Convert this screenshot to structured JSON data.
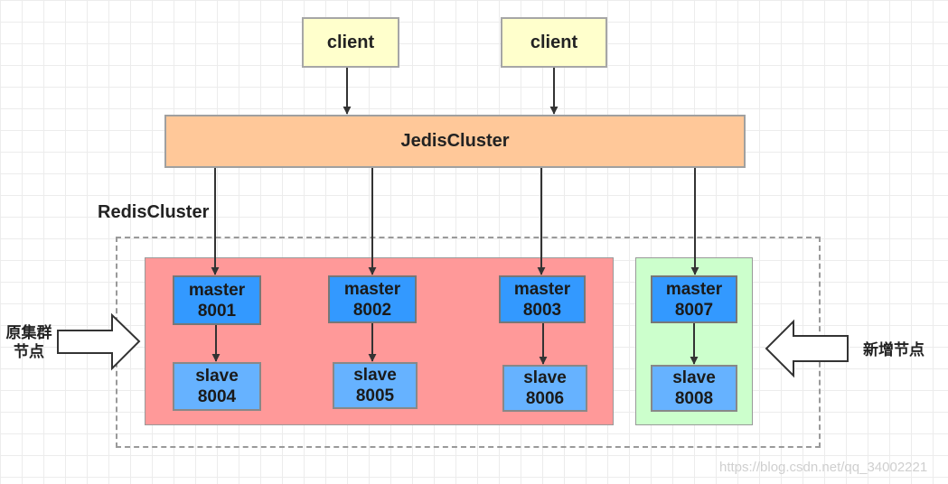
{
  "clients": [
    {
      "label": "client"
    },
    {
      "label": "client"
    }
  ],
  "jedis": {
    "label": "JedisCluster"
  },
  "redis_cluster": {
    "title": "RedisCluster"
  },
  "original_group": {
    "label_line1": "原集群",
    "label_line2": "节点",
    "masters": [
      {
        "role": "master",
        "port": "8001"
      },
      {
        "role": "master",
        "port": "8002"
      },
      {
        "role": "master",
        "port": "8003"
      }
    ],
    "slaves": [
      {
        "role": "slave",
        "port": "8004"
      },
      {
        "role": "slave",
        "port": "8005"
      },
      {
        "role": "slave",
        "port": "8006"
      }
    ]
  },
  "new_group": {
    "label": "新增节点",
    "master": {
      "role": "master",
      "port": "8007"
    },
    "slave": {
      "role": "slave",
      "port": "8008"
    }
  },
  "watermark": "https://blog.csdn.net/qq_34002221",
  "colors": {
    "client_fill": "#ffffcc",
    "jedis_fill": "#ffc899",
    "original_group_fill": "#ff9999",
    "new_group_fill": "#ccffcc",
    "master_fill": "#3399ff",
    "slave_fill": "#66b2ff"
  }
}
